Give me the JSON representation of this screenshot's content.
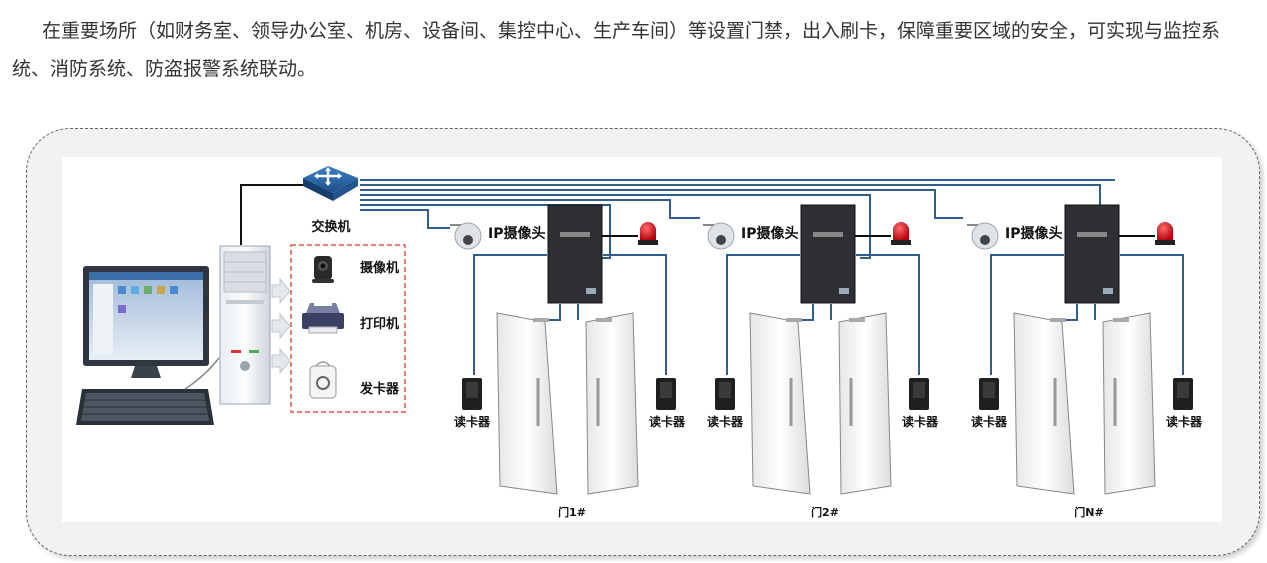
{
  "intro": {
    "text": "在重要场所（如财务室、领导办公室、机房、设备间、集控中心、生产车间）等设置门禁，出入刷卡，保障重要区域的安全，可实现与监控系统、消防系统、防盗报警系统联动。"
  },
  "diagram": {
    "switch_label": "交换机",
    "peripherals": [
      {
        "icon": "webcam-icon",
        "label": "摄像机"
      },
      {
        "icon": "printer-icon",
        "label": "打印机"
      },
      {
        "icon": "card-issuer-icon",
        "label": "发卡器"
      }
    ],
    "doors": [
      {
        "camera_label": "IP摄像头",
        "reader_left": "读卡器",
        "reader_right": "读卡器",
        "door_label": "门1#"
      },
      {
        "camera_label": "IP摄像头",
        "reader_left": "读卡器",
        "reader_right": "读卡器",
        "door_label": "门2#"
      },
      {
        "camera_label": "IP摄像头",
        "reader_left": "读卡器",
        "reader_right": "读卡器",
        "door_label": "门N#"
      }
    ],
    "colors": {
      "network_line": "#2e5d8e",
      "power_line": "#111111",
      "dashed_box": "#e05a4a",
      "alarm_light": "#d9101a"
    }
  }
}
